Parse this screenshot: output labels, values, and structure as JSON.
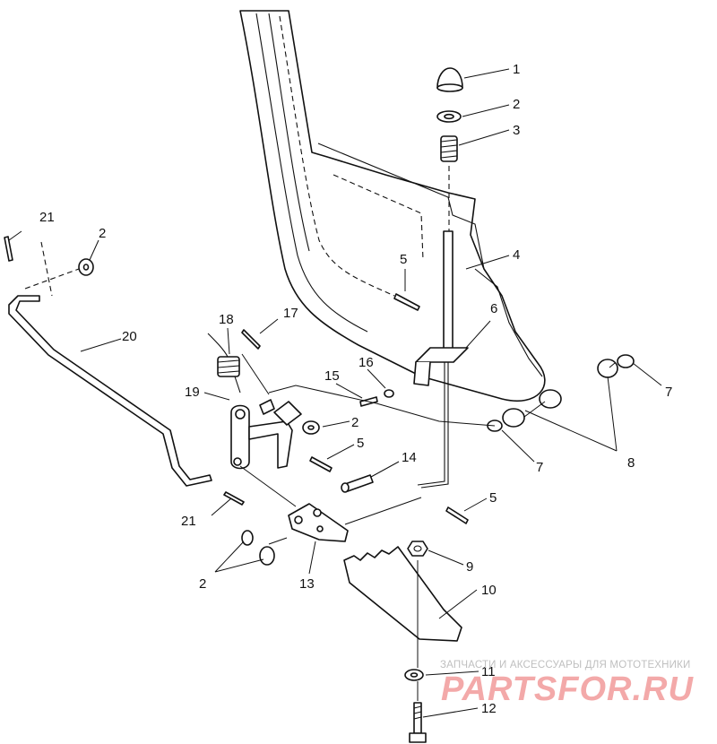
{
  "callouts": {
    "c1": "1",
    "c2a": "2",
    "c3": "3",
    "c2b": "2",
    "c21a": "21",
    "c5a": "5",
    "c4": "4",
    "c18": "18",
    "c17": "17",
    "c6": "6",
    "c20": "20",
    "c16": "16",
    "c15": "15",
    "c19": "19",
    "c2c": "2",
    "c5b": "5",
    "c7a": "7",
    "c14": "14",
    "c7b": "7",
    "c8": "8",
    "c5c": "5",
    "c21b": "21",
    "c9": "9",
    "c2d": "2",
    "c13": "13",
    "c10": "10",
    "c11": "11",
    "c12": "12"
  },
  "watermark": {
    "tagline": "ЗАПЧАСТИ И АКСЕССУАРЫ ДЛЯ МОТОТЕХНИКИ",
    "logo": "PARTSFOR.RU"
  }
}
